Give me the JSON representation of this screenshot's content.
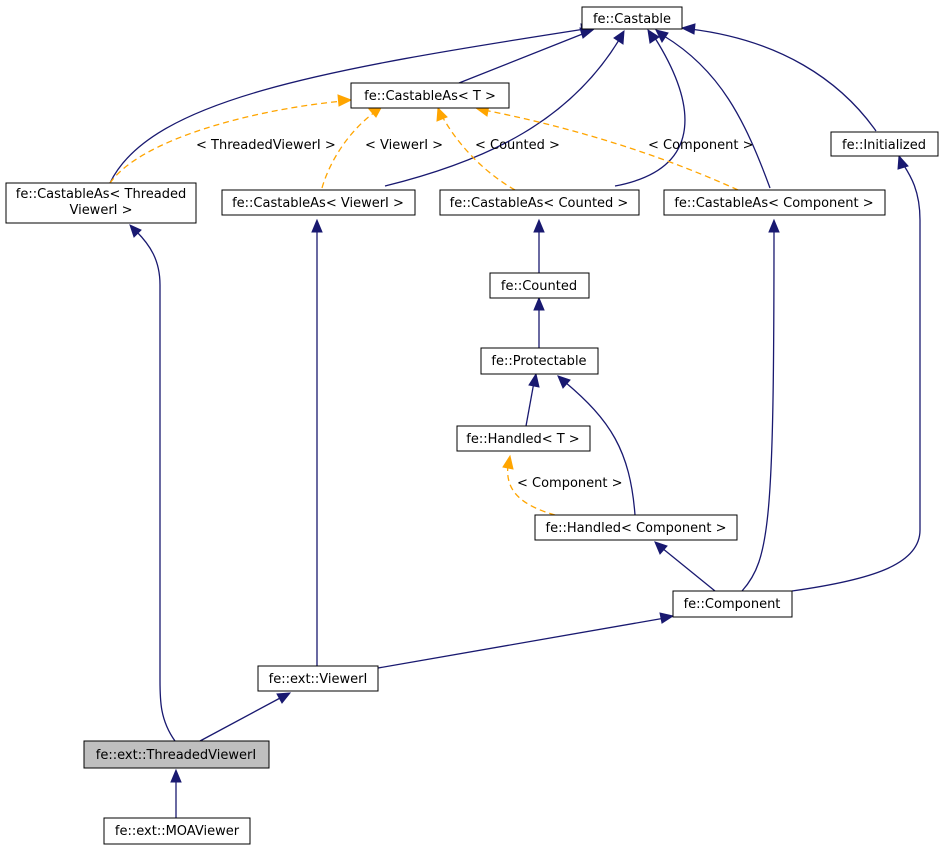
{
  "nodes": {
    "castable": "fe::Castable",
    "castable_as_t": "fe::CastableAs< T >",
    "initialized": "fe::Initialized",
    "castable_as_threaded_line1": "fe::CastableAs< Threaded",
    "castable_as_threaded_line2": "ViewerI >",
    "castable_as_viewer": "fe::CastableAs< ViewerI >",
    "castable_as_counted": "fe::CastableAs< Counted >",
    "castable_as_component": "fe::CastableAs< Component >",
    "counted": "fe::Counted",
    "protectable": "fe::Protectable",
    "handled_t": "fe::Handled< T >",
    "handled_component": "fe::Handled< Component >",
    "component": "fe::Component",
    "viewer_i": "fe::ext::ViewerI",
    "threaded_viewer_i": "fe::ext::ThreadedViewerI",
    "moa_viewer": "fe::ext::MOAViewer"
  },
  "edge_labels": {
    "threaded": "< ThreadedViewerI >",
    "viewer": "< ViewerI >",
    "counted": "< Counted >",
    "component": "< Component >",
    "handled_component": "< Component >"
  },
  "colors": {
    "inheritance": "#191970",
    "template": "#ffa500",
    "highlight": "#bfbfbf"
  }
}
